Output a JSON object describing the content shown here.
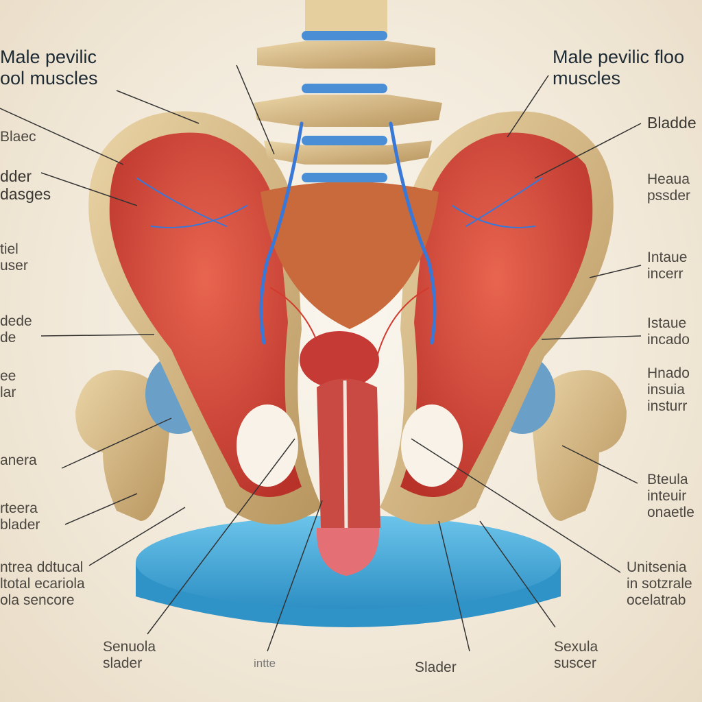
{
  "title_left": [
    "Male pevilic",
    "ool muscles"
  ],
  "title_right": [
    "Male pevilic floo",
    "muscles"
  ],
  "left_labels": [
    [
      "Blaec"
    ],
    [
      "dder",
      "dasges"
    ],
    [
      "tiel",
      "user"
    ],
    [
      "dede",
      "de"
    ],
    [
      "ee",
      "lar"
    ],
    [
      "anera"
    ],
    [
      "rteera",
      "blader"
    ],
    [
      "ntrea ddtucal",
      "ltotal ecariola",
      "ola sencore"
    ]
  ],
  "right_labels": [
    [
      "Bladde"
    ],
    [
      "Heaua",
      "pssder"
    ],
    [
      "Intaue",
      "incerr"
    ],
    [
      "Istaue",
      "incado"
    ],
    [
      "Hnado",
      "insuia",
      "insturr"
    ],
    [
      "Bteula",
      "inteuir",
      "onaetle"
    ],
    [
      "Unitsenia",
      "in sotzrale",
      "ocelatrab"
    ]
  ],
  "bottom_labels": [
    [
      "Senuola",
      "slader"
    ],
    [
      "intte"
    ],
    [
      "Slader"
    ],
    [
      "Sexula",
      "suscer"
    ]
  ],
  "colors": {
    "bone": "#d9bf8e",
    "muscle": "#d9473a",
    "vein": "#2f6fd0",
    "platform": "#3fa6d8",
    "background": "#f1e8d8"
  }
}
